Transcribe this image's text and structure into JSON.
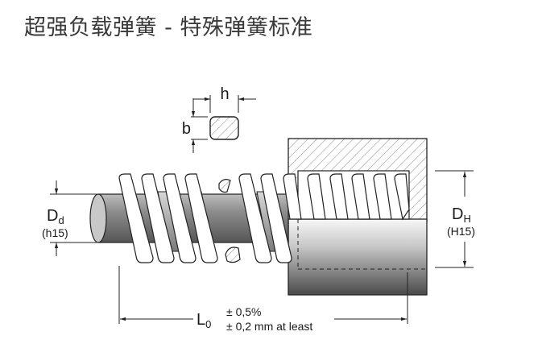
{
  "title": "超强负载弹簧 - 特殊弹簧标准",
  "diagram": {
    "wire_width_label": "h",
    "wire_height_label": "b",
    "rod_diameter": {
      "main": "D",
      "sub": "d",
      "tolerance": "(h15)"
    },
    "bore_diameter": {
      "main": "D",
      "sub": "H",
      "tolerance": "(H15)"
    },
    "free_length": {
      "main": "L",
      "sub": "0",
      "tolerance_1": "± 0,5%",
      "tolerance_2": "± 0,2 mm at least"
    }
  }
}
